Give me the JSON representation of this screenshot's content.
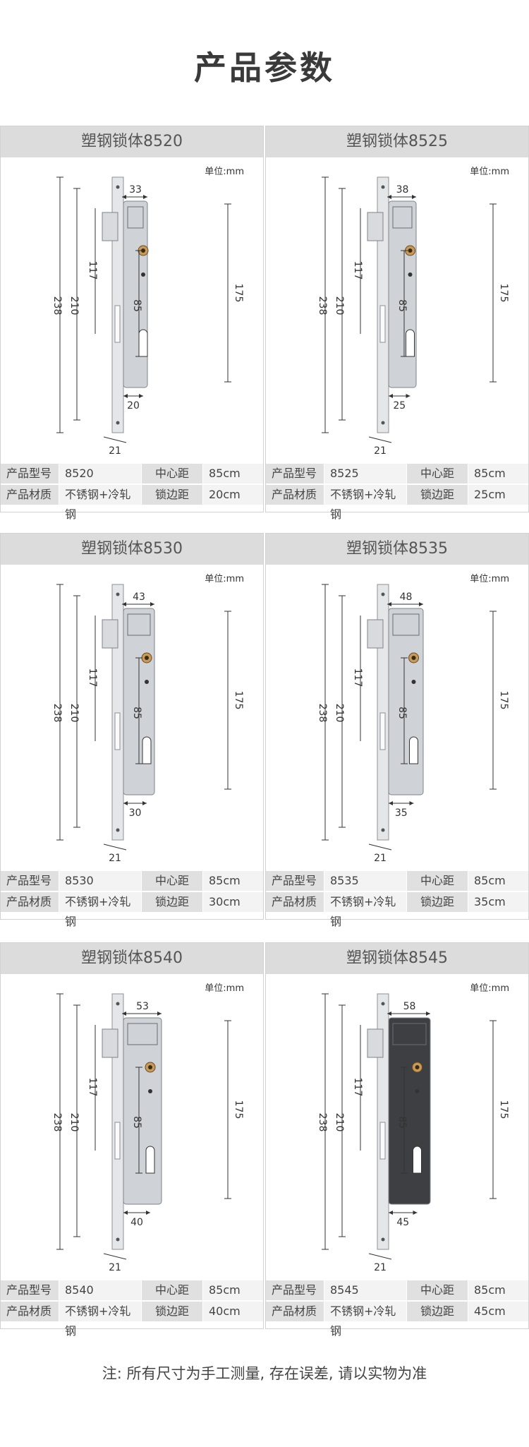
{
  "page": {
    "title": "产品参数"
  },
  "labels": {
    "unit": "单位:mm",
    "model": "产品型号",
    "center": "中心距",
    "material": "产品材质",
    "backset": "锁边距"
  },
  "products": [
    {
      "name": "塑钢锁体8520",
      "model": "8520",
      "center": "85cm",
      "material": "不锈钢+冷轧钢",
      "backset": "20cm",
      "dims": {
        "width": "33",
        "height": "238",
        "front": "210",
        "case": "117",
        "holes": "175",
        "center": "85",
        "backset": "20",
        "plate": "21"
      },
      "body_color": "#cfd3d7"
    },
    {
      "name": "塑钢锁体8525",
      "model": "8525",
      "center": "85cm",
      "material": "不锈钢+冷轧钢",
      "backset": "25cm",
      "dims": {
        "width": "38",
        "height": "238",
        "front": "210",
        "case": "117",
        "holes": "175",
        "center": "85",
        "backset": "25",
        "plate": "21"
      },
      "body_color": "#cfd3d7"
    },
    {
      "name": "塑钢锁体8530",
      "model": "8530",
      "center": "85cm",
      "material": "不锈钢+冷轧钢",
      "backset": "30cm",
      "dims": {
        "width": "43",
        "height": "238",
        "front": "210",
        "case": "117",
        "holes": "175",
        "center": "85",
        "backset": "30",
        "plate": "21"
      },
      "body_color": "#cfd3d7"
    },
    {
      "name": "塑钢锁体8535",
      "model": "8535",
      "center": "85cm",
      "material": "不锈钢+冷轧钢",
      "backset": "35cm",
      "dims": {
        "width": "48",
        "height": "238",
        "front": "210",
        "case": "117",
        "holes": "175",
        "center": "85",
        "backset": "35",
        "plate": "21"
      },
      "body_color": "#cfd3d7"
    },
    {
      "name": "塑钢锁体8540",
      "model": "8540",
      "center": "85cm",
      "material": "不锈钢+冷轧钢",
      "backset": "40cm",
      "dims": {
        "width": "53",
        "height": "238",
        "front": "210",
        "case": "117",
        "holes": "175",
        "center": "85",
        "backset": "40",
        "plate": "21"
      },
      "body_color": "#cfd3d7"
    },
    {
      "name": "塑钢锁体8545",
      "model": "8545",
      "center": "85cm",
      "material": "不锈钢+冷轧钢",
      "backset": "45cm",
      "dims": {
        "width": "58",
        "height": "238",
        "front": "210",
        "case": "117",
        "holes": "175",
        "center": "85",
        "backset": "45",
        "plate": "21"
      },
      "body_color": "#3e3f42"
    }
  ],
  "footnote": "注: 所有尺寸为手工测量, 存在误差, 请以实物为准"
}
